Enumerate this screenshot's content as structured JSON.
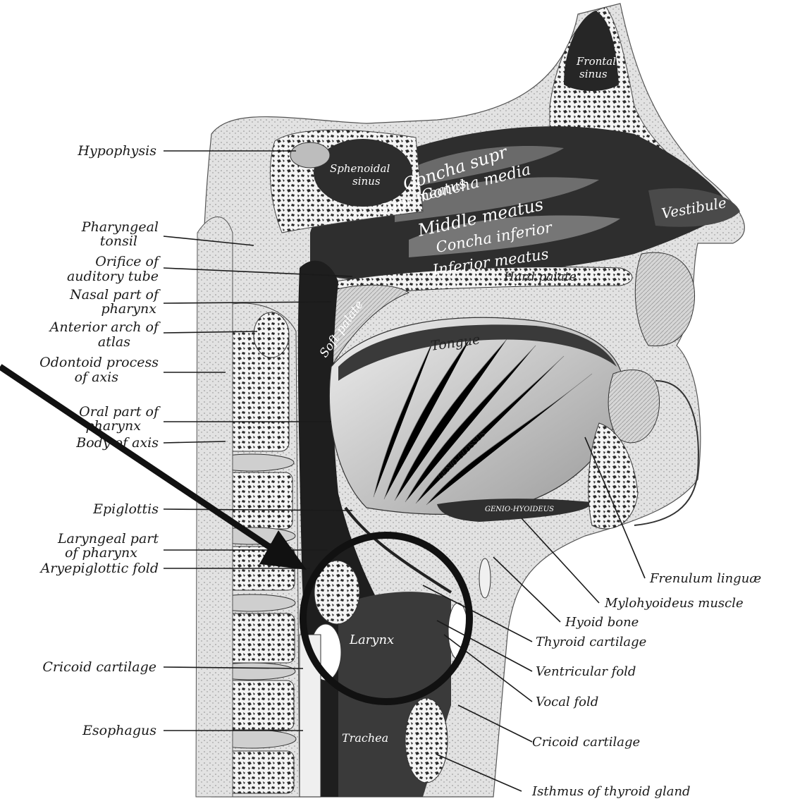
{
  "labels_left": [
    [
      "Hypophysis"
    ],
    [
      "Pharyngeal",
      "tonsil"
    ],
    [
      "Orifice of",
      "auditory tube"
    ],
    [
      "Nasal part of",
      "pharynx"
    ],
    [
      "Anterior arch of",
      "atlas"
    ],
    [
      "Odontoid process",
      "of axis"
    ],
    [
      "Oral part of",
      "pharynx"
    ],
    [
      "Body of axis"
    ],
    [
      "Epiglottis"
    ],
    [
      "Laryngeal part",
      "of pharynx"
    ],
    [
      "Aryepiglottic fold"
    ],
    [
      "Cricoid cartilage"
    ],
    [
      "Esophagus"
    ]
  ],
  "labels_right": [
    "Frenulum linguæ",
    "Mylohyoideus muscle",
    "Hyoid bone",
    "Thyroid cartilage",
    "Ventricular fold",
    "Vocal fold",
    "Cricoid cartilage",
    "Isthmus of thyroid gland"
  ],
  "labels_inner": {
    "frontal_sinus": [
      "Frontal",
      "sinus"
    ],
    "sphenoidal_sinus": [
      "Sphenoidal",
      "sinus"
    ],
    "concha_supr": "Concha supr",
    "supr_meatus": "Supr meatus",
    "concha_media": "Concha media",
    "middle_meatus": "Middle meatus",
    "concha_inferior": "Concha inferior",
    "inferior_meatus": "Inferior meatus",
    "hard_palate": "Hard palate",
    "vestibule": "Vestibule",
    "soft_palate": "Soft palate",
    "tongue": "Tongue",
    "genio_glossus": "GENIO-GLOSSUS",
    "genio_hyoideus": "GENIO-HYOIDEUS",
    "larynx": "Larynx",
    "trachea": "Trachea"
  },
  "colors": {
    "annotation": "#111111",
    "cavity": "#2b2b2b",
    "tissue": "#d9d9d9",
    "bone": "#f2f2f2"
  }
}
